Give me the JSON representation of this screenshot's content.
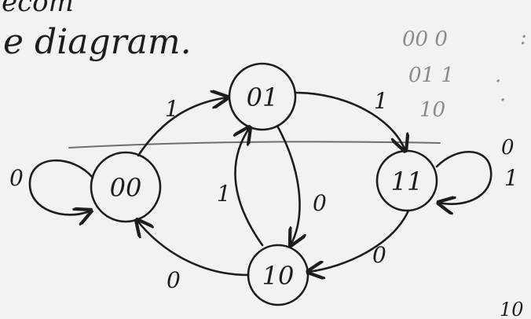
{
  "heading": {
    "top_fragment": "ecom",
    "text": "e diagram.",
    "corner_text": "10"
  },
  "states": [
    {
      "id": "s00",
      "label": "00"
    },
    {
      "id": "s01",
      "label": "01"
    },
    {
      "id": "s11",
      "label": "11"
    },
    {
      "id": "s10",
      "label": "10"
    }
  ],
  "transitions": [
    {
      "id": "t00_self",
      "label": "0"
    },
    {
      "id": "t00_01",
      "label": "1"
    },
    {
      "id": "t01_11",
      "label": "1"
    },
    {
      "id": "t11_self",
      "label": "1"
    },
    {
      "id": "t01_10",
      "label": "0"
    },
    {
      "id": "t10_01",
      "label": "1"
    },
    {
      "id": "t11_10",
      "label": "0"
    },
    {
      "id": "t10_00",
      "label": "0"
    }
  ],
  "side_notes": [
    {
      "id": "n1",
      "text": "00 0",
      "right": ":"
    },
    {
      "id": "n2",
      "text": "01 1",
      "right": "."
    },
    {
      "id": "n3",
      "text": "10",
      "right": "."
    },
    {
      "id": "n4",
      "text": "0",
      "right": ""
    }
  ],
  "colors": {
    "ink": "#1d1d1d",
    "paper": "#f3f2ee"
  }
}
